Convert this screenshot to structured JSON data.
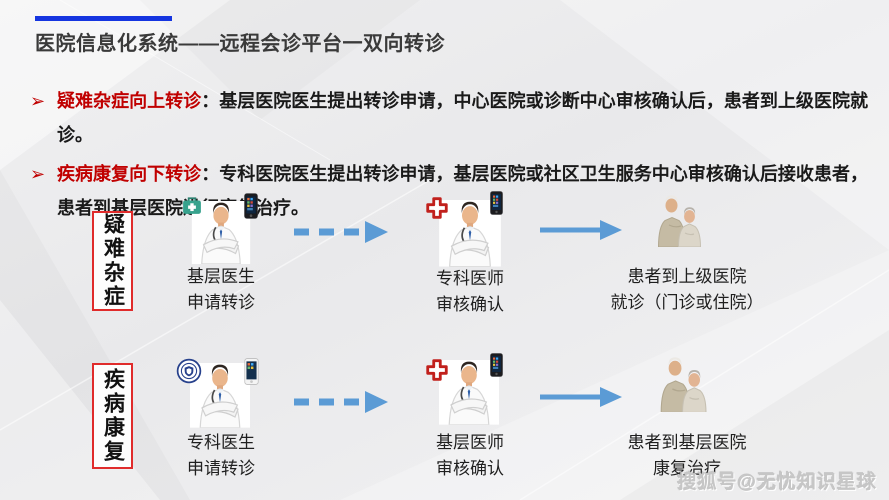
{
  "slide": {
    "title": "医院信息化系统——远程会诊平台一双向转诊",
    "watermark": "搜狐号@无忧知识星球",
    "bullet_marker": "➢"
  },
  "bullets": [
    {
      "lead": "疑难杂症向上转诊",
      "body": "：基层医院医生提出转诊申请，中心医院或诊断中心审核确认后，患者到上级医院就诊。"
    },
    {
      "lead": "疾病康复向下转诊",
      "body": "：专科医院医生提出转诊申请，基层医院或社区卫生服务中心审核确认后接收患者，患者到基层医院进行康复治疗。"
    }
  ],
  "flows": [
    {
      "tag": "疑难杂症",
      "steps": [
        {
          "label_line1": "基层医生",
          "label_line2": "申请转诊",
          "icon": "doctor-with-medkit-and-phone"
        },
        {
          "label_line1": "专科医师",
          "label_line2": "审核确认",
          "icon": "doctor-with-red-cross-and-phone"
        },
        {
          "label_line1": "患者到上级医院",
          "label_line2": "就诊（门诊或住院）",
          "icon": "elderly-couple"
        }
      ],
      "arrows": [
        "dashed",
        "solid"
      ]
    },
    {
      "tag": "疾病康复",
      "steps": [
        {
          "label_line1": "专科医生",
          "label_line2": "申请转诊",
          "icon": "doctor-with-hospital-badge-and-phone"
        },
        {
          "label_line1": "基层医师",
          "label_line2": "审核确认",
          "icon": "doctor-with-red-cross-and-phone"
        },
        {
          "label_line1": "患者到基层医院",
          "label_line2": "康复治疗",
          "icon": "elderly-couple"
        }
      ],
      "arrows": [
        "dashed",
        "solid"
      ]
    }
  ],
  "colors": {
    "accent_blue": "#1535e0",
    "arrow_blue": "#5b9bd5",
    "lead_red": "#c00000",
    "tagbox_border_red": "#e02b2b",
    "title_gray": "#3a3a3a"
  }
}
